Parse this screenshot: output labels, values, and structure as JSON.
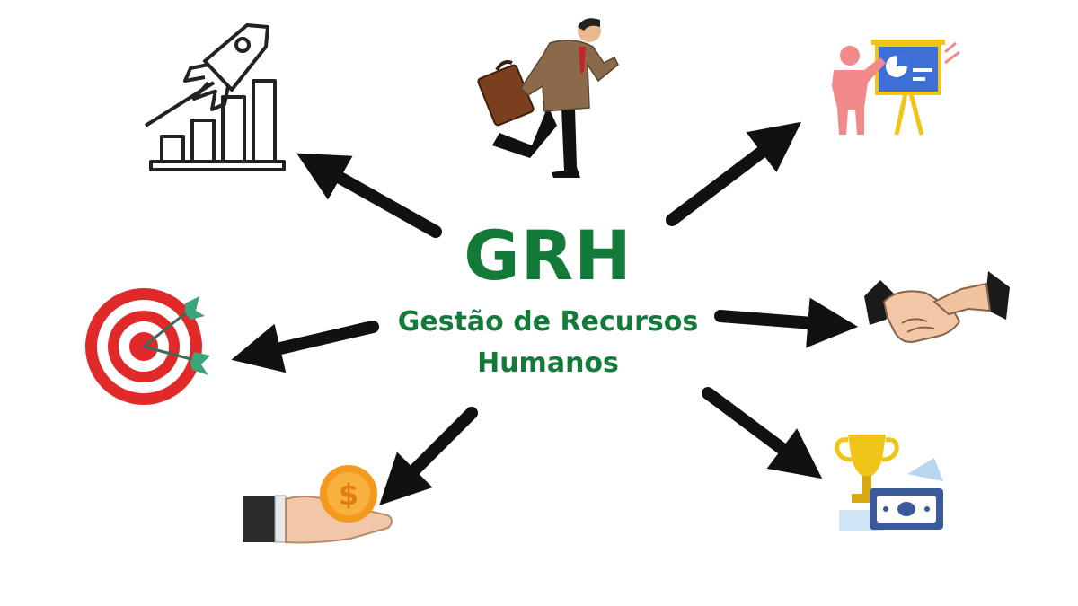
{
  "title": "GRH",
  "subtitle_line1": "Gestão de Recursos",
  "subtitle_line2": "Humanos",
  "colors": {
    "title_green": "#137a3a",
    "arrow": "#111111",
    "target_red": "#e02a2a",
    "dart_green": "#3aa57a",
    "coin_orange": "#f39a1e",
    "presentation_blue": "#3d6fd6",
    "easel_yellow": "#f2c514",
    "person_pink": "#f28a8a",
    "trophy_gold": "#f0c419",
    "banknote_blue": "#3a5a9a",
    "suit_brown": "#8a6a4a",
    "briefcase_brown": "#7a3f1e"
  },
  "icons": [
    "growth-chart-rocket-icon",
    "businessman-running-icon",
    "presentation-board-icon",
    "target-dartboard-icon",
    "handshake-icon",
    "hand-coin-icon",
    "trophy-money-icon"
  ]
}
